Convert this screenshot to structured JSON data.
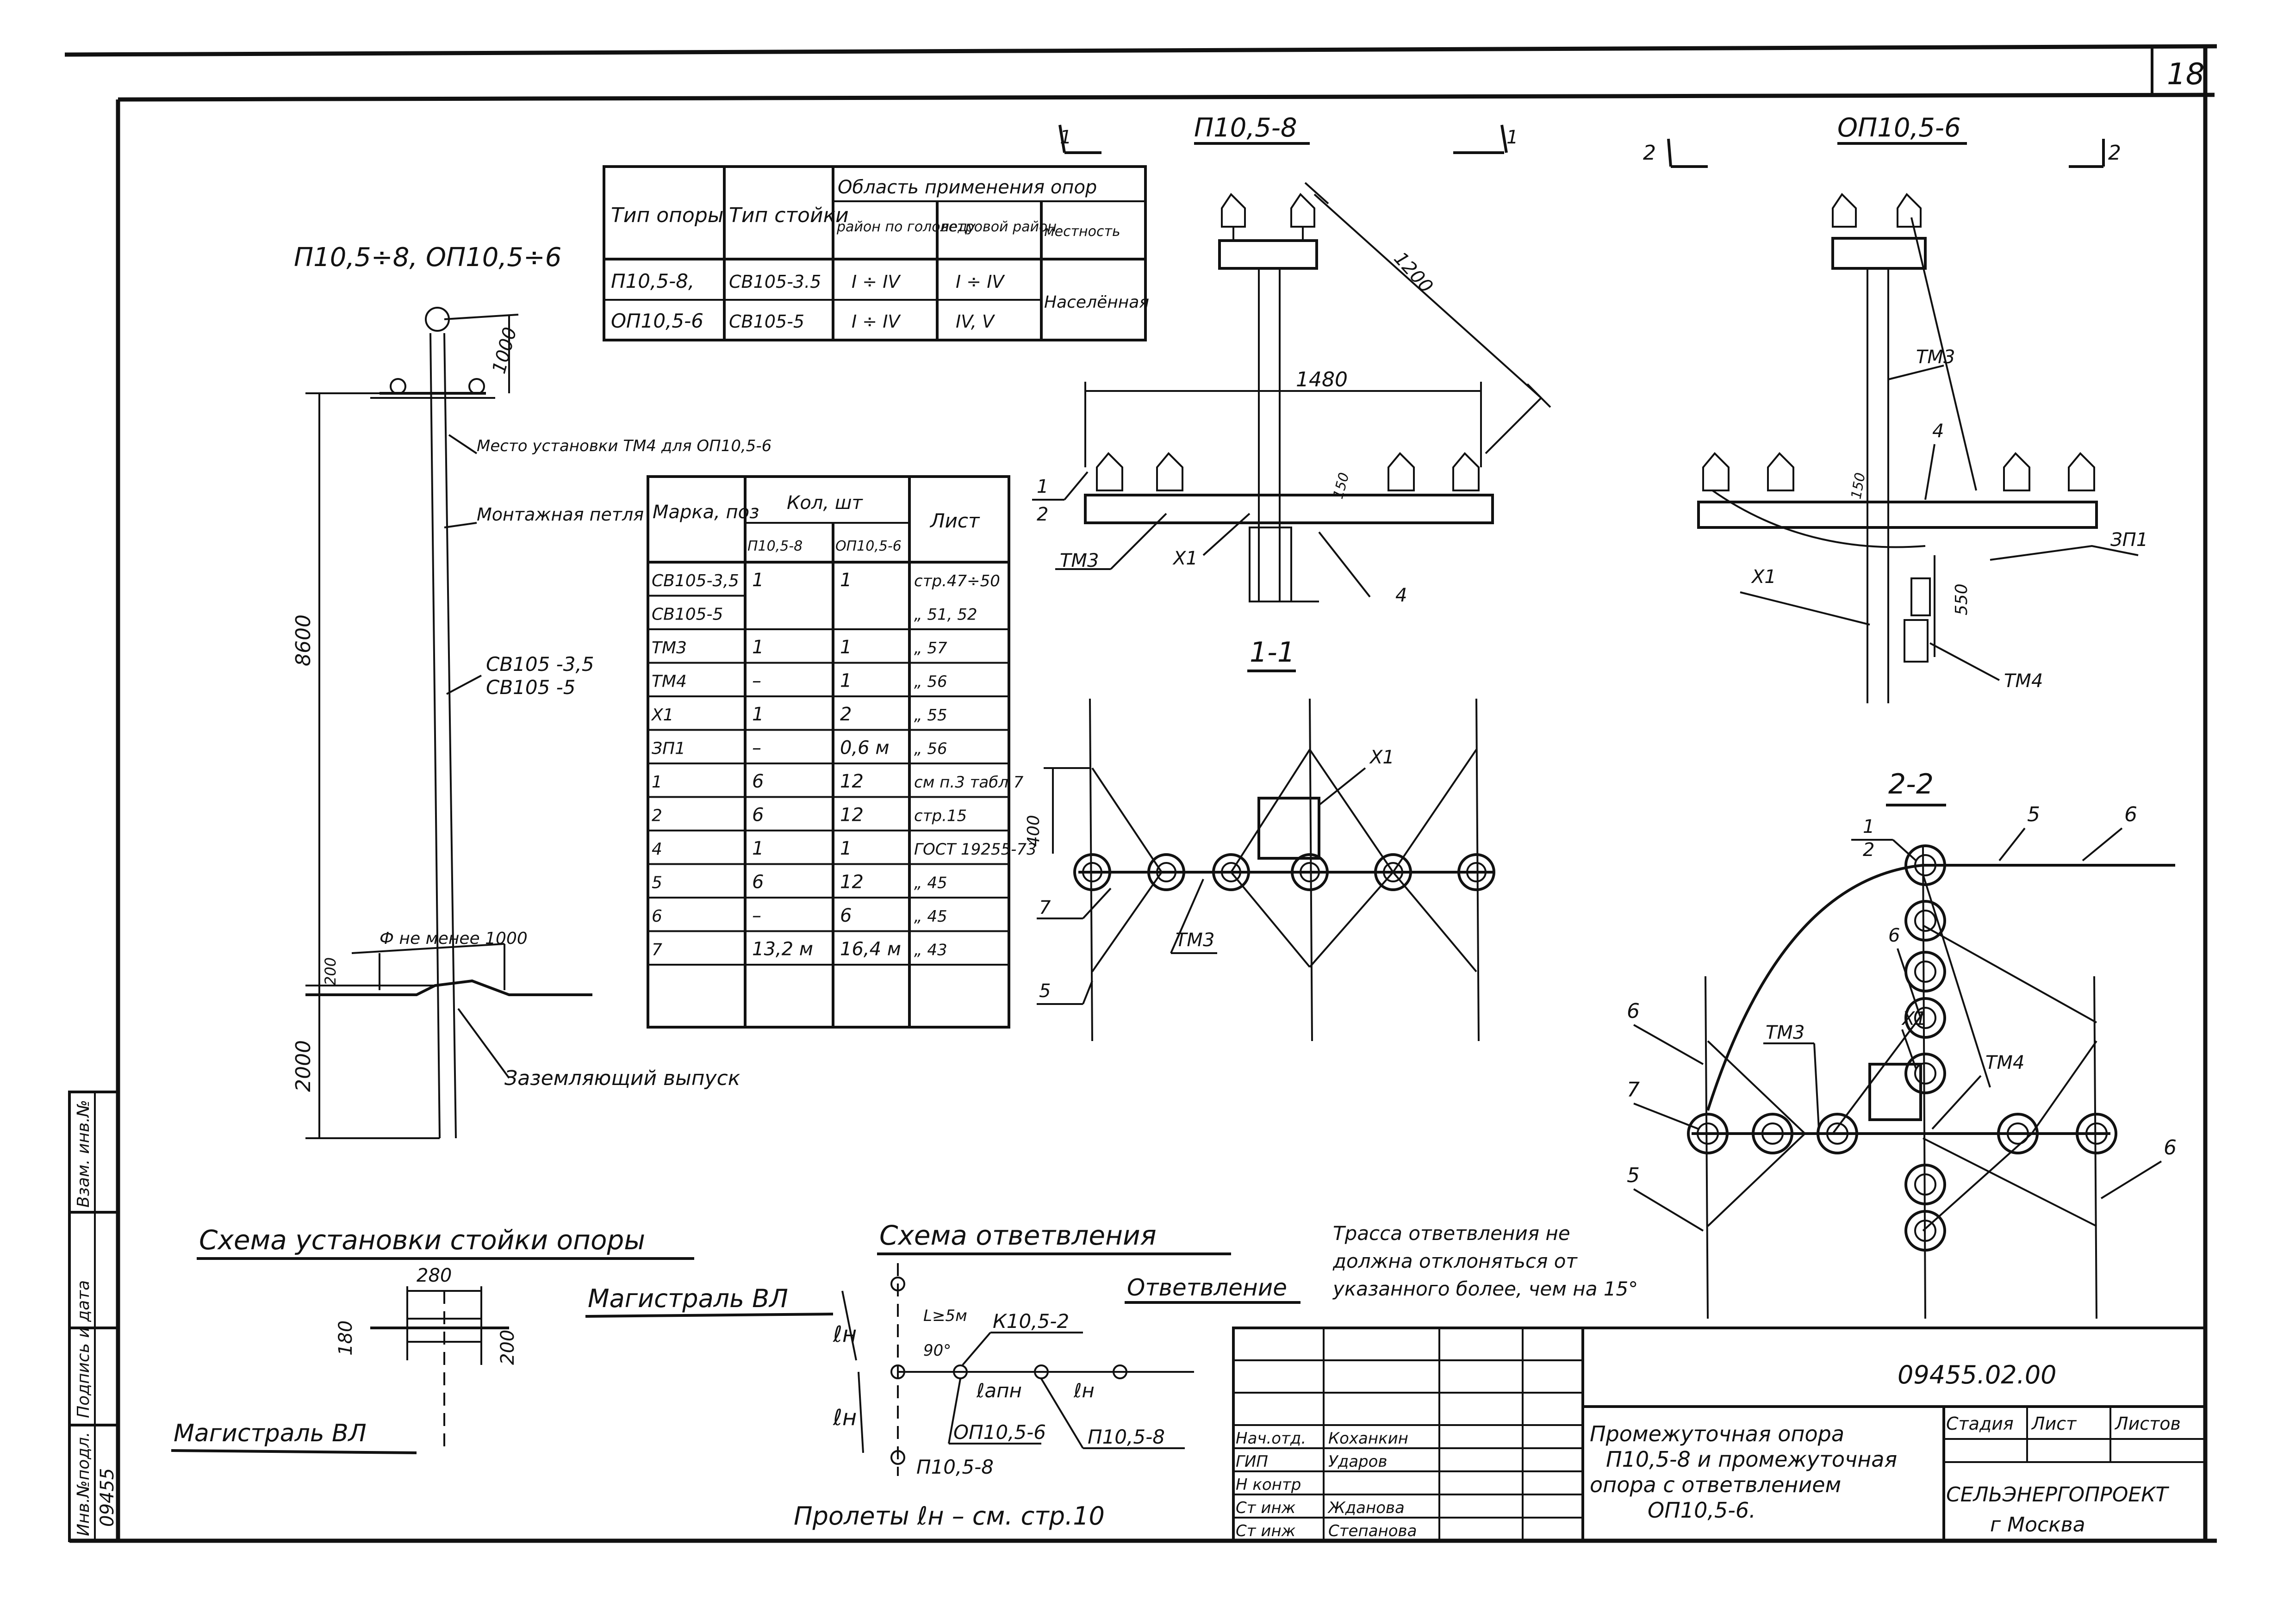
{
  "sheet": {
    "page_number": "18",
    "title_label": "П10,5÷8, ОП10,5÷6"
  },
  "views": {
    "p_title": "П10,5-8",
    "op_title": "ОП10,5-6",
    "section1_marker": "1",
    "section2_marker": "2",
    "section1": "1-1",
    "section2": "2-2"
  },
  "type_table": {
    "col_type": "Тип опоры",
    "col_stand": "Тип стойки",
    "area_header": "Область применения опор",
    "col_ice": "район по гололеду",
    "col_wind": "ветровой район",
    "col_terrain": "местность",
    "rows": [
      {
        "type": "П10,5-8,",
        "stand": "СВ105-3.5",
        "ice": "I ÷ IV",
        "wind": "I ÷ IV"
      },
      {
        "type": "ОП10,5-6",
        "stand": "СВ105-5",
        "ice": "I ÷ IV",
        "wind": "IV, V"
      }
    ],
    "terrain": "Населённая"
  },
  "parts_table": {
    "col_mark": "Марка, поз",
    "col_qty": "Кол, шт",
    "col_p": "П10,5-8",
    "col_op": "ОП10,5-6",
    "col_sheet": "Лист",
    "rows": [
      {
        "mark": "СВ105-3,5",
        "p": "1",
        "op": "1",
        "sheet": "стр.47÷50"
      },
      {
        "mark": "СВ105-5",
        "p": "",
        "op": "",
        "sheet": "„ 51, 52"
      },
      {
        "mark": "ТМ3",
        "p": "1",
        "op": "1",
        "sheet": "„ 57"
      },
      {
        "mark": "ТМ4",
        "p": "–",
        "op": "1",
        "sheet": "„ 56"
      },
      {
        "mark": "Х1",
        "p": "1",
        "op": "2",
        "sheet": "„ 55"
      },
      {
        "mark": "ЗП1",
        "p": "–",
        "op": "0,6 м",
        "sheet": "„ 56"
      },
      {
        "mark": "1",
        "p": "6",
        "op": "12",
        "sheet": "см п.3 табл 7"
      },
      {
        "mark": "2",
        "p": "6",
        "op": "12",
        "sheet": "стр.15"
      },
      {
        "mark": "4",
        "p": "1",
        "op": "1",
        "sheet": "ГОСТ 19255-73"
      },
      {
        "mark": "5",
        "p": "6",
        "op": "12",
        "sheet": "„ 45"
      },
      {
        "mark": "6",
        "p": "–",
        "op": "6",
        "sheet": "„ 45"
      },
      {
        "mark": "7",
        "p": "13,2 м",
        "op": "16,4 м",
        "sheet": "„ 43"
      }
    ]
  },
  "pole_elevation": {
    "dim_top": "1000",
    "dim_height": "8600",
    "dim_ground": "2000",
    "dim_200": "200",
    "dim_min": "Ф не менее 1000",
    "label_tm": "Место установки ТМ4 для ОП10,5-6",
    "label_loop": "Монтажная петля",
    "label_stand1": "СВ105 -3,5",
    "label_stand2": "СВ105 -5",
    "label_ground": "Заземляющий выпуск"
  },
  "p_view": {
    "dim_1200": "1200",
    "dim_1480": "1480",
    "dim_150": "150",
    "label_1": "1",
    "label_2": "2",
    "label_tm3": "ТМ3",
    "label_x1": "Х1",
    "label_4": "4"
  },
  "op_view": {
    "label_tm3": "ТМ3",
    "label_4": "4",
    "dim_150": "150",
    "label_zp1": "ЗП1",
    "label_x1": "Х1",
    "dim_550": "550",
    "label_tm4": "ТМ4"
  },
  "section11": {
    "label_x1": "Х1",
    "dim_400": "400",
    "label_7": "7",
    "label_tm3": "ТМ3",
    "label_5": "5"
  },
  "section22": {
    "label_1": "1",
    "label_2": "2",
    "label_5": "5",
    "label_6a": "6",
    "label_6b": "6",
    "label_x1": "Х1",
    "label_6c": "6",
    "label_7": "7",
    "label_tm3": "ТМ3",
    "label_tm4": "ТМ4",
    "label_6d": "6",
    "label_5b": "5"
  },
  "install_scheme": {
    "title": "Схема установки стойки опоры",
    "dim_280": "280",
    "dim_180": "180",
    "dim_200": "200",
    "main_line": "Магистраль ВЛ"
  },
  "branch_scheme": {
    "title": "Схема ответвления",
    "main_line": "Магистраль ВЛ",
    "branch": "Ответвление",
    "ln_1": "ℓн",
    "ln_2": "ℓн",
    "l5": "L≥5м",
    "angle": "90°",
    "k": "К10,5-2",
    "lapn": "ℓапн",
    "ln_3": "ℓн",
    "op": "ОП10,5-6",
    "p_a": "П10,5-8",
    "p_b": "П10,5-8",
    "spans": "Пролеты ℓн – см. стр.10"
  },
  "note": {
    "line1": "Трасса ответвления не",
    "line2": "должна отклоняться от",
    "line3": "указанного более, чем на 15°"
  },
  "title_block": {
    "doc_code": "09455.02.00",
    "roles": [
      {
        "role": "Нач.отд.",
        "name": "Коханкин"
      },
      {
        "role": "ГИП",
        "name": "Ударов"
      },
      {
        "role": "Н контр",
        "name": ""
      },
      {
        "role": "Ст инж",
        "name": "Жданова"
      },
      {
        "role": "Ст инж",
        "name": "Степанова"
      }
    ],
    "title_lines": [
      "Промежуточная опора",
      "П10,5-8 и промежуточная",
      "опора с ответвлением",
      "ОП10,5-6."
    ],
    "col_stage": "Стадия",
    "col_sheet": "Лист",
    "col_sheets": "Листов",
    "org": "СЕЛЬЭНЕРГОПРОЕКТ",
    "city": "г Москва"
  },
  "side_stamp": {
    "inv": "Инв.№подл.",
    "sign": "Подпись и дата",
    "vzam": "Взам. инв.№",
    "number": "09455"
  }
}
